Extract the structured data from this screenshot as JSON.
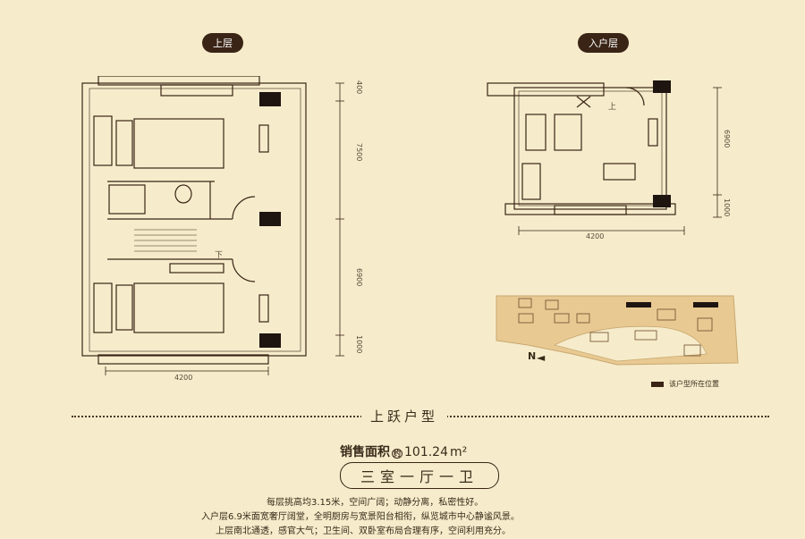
{
  "upper_floor": {
    "title": "上层",
    "dim_width": "4200",
    "dim_top": "400",
    "dim_mid": "7500",
    "dim_lower": "6900",
    "dim_bottom": "1000",
    "stair_label": "下"
  },
  "entry_floor": {
    "title": "入户层",
    "dim_width": "4200",
    "dim_height": "6900",
    "dim_bottom": "1000",
    "stair_label": "上"
  },
  "site_plan": {
    "north_label": "N",
    "legend_text": "该户型所在位置"
  },
  "summary": {
    "type_title": "上跃户型",
    "area_label": "销售面积",
    "area_about": "约",
    "area_value": "101.24",
    "area_unit": "m²",
    "layout": "三室一厅一卫",
    "desc_lines": [
      "每层挑高均3.15米，空间广阔；动静分离，私密性好。",
      "入户层6.9米面宽奢厅阔堂，全明厨房与宽景阳台相衔，纵览城市中心静谧风景。",
      "上层南北通透，感官大气；卫生间、双卧室布局合理有序，空间利用充分。"
    ]
  },
  "colors": {
    "background": "#f6eccb",
    "ink": "#3a2416",
    "site_fill": "#e9c992"
  }
}
